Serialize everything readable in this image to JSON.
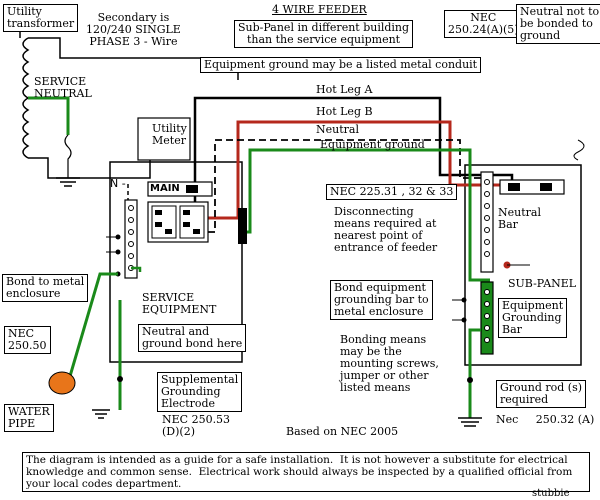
{
  "labels": {
    "utility_transformer": "Utility\ntransformer",
    "secondary": "Secondary is\n120/240 SINGLE\nPHASE 3 - Wire",
    "four_wire_title": "4 WIRE FEEDER",
    "subpanel_note": "Sub-Panel in different building\nthan the service equipment",
    "equip_ground_conduit": "Equipment ground may be a listed metal conduit",
    "nec_25024": "NEC\n250.24(A)(5)",
    "neutral_not_bonded": "Neutral not to\nbe bonded to\nground",
    "service_neutral": "SERVICE\nNEUTRAL",
    "utility_meter": "Utility\nMeter",
    "n_dash": "N -",
    "main": "MAIN",
    "hot_leg_a": "Hot Leg A",
    "hot_leg_b": "Hot Leg B",
    "neutral": "Neutral",
    "equipment_ground": "Equipment ground",
    "nec_22531": "NEC 225.31 , 32 & 33",
    "disconnecting": "Disconnecting\nmeans required at\nnearest point of\nentrance of feeder",
    "neutral_bar": "Neutral\nBar",
    "sub_panel": "SUB-PANEL",
    "bond_to_metal": "Bond to metal\nenclosure",
    "service_equipment": "SERVICE\nEQUIPMENT",
    "bond_equip_grounding": "Bond equipment\ngrounding bar to\nmetal enclosure",
    "equipment_grounding_bar": "Equipment\nGrounding\nBar",
    "nec_25050": "NEC\n250.50",
    "neutral_ground_bond": "Neutral and\nground bond here",
    "bonding_means": "Bonding means\nmay be the\nmounting screws,\njumper or other\nlisted means",
    "water_pipe": "WATER\nPIPE",
    "supplemental": "Supplemental\nGrounding\nElectrode",
    "nec_25053": "NEC 250.53\n(D)(2)",
    "ground_rods": "Ground rod (s)\nrequired",
    "nec_25032": "Nec     250.32 (A)",
    "based_on": "Based on NEC 2005",
    "disclaimer": "The diagram is intended as a guide for a safe installation.  It is not however a substitute for electrical\nknowledge and common sense.  Electrical work should always be inspected by a qualified official from\nyour local codes department.",
    "signature": "stubbie"
  },
  "colors": {
    "hot_a": "#000000",
    "hot_b": "#b5281c",
    "ground": "#1a8a1a",
    "water_pipe": "#e8751a"
  }
}
